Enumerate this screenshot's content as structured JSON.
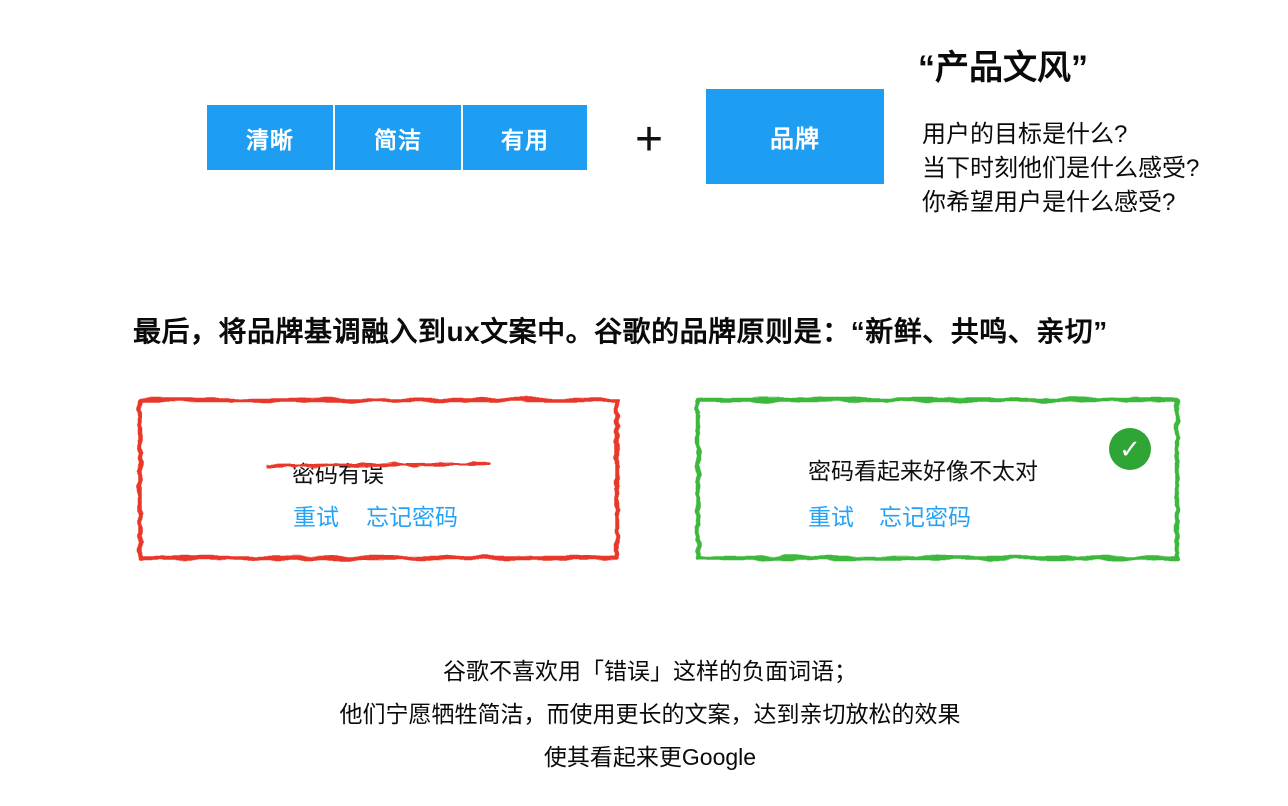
{
  "colors": {
    "box_blue": "#1E9EF3",
    "link_blue": "#25A2F6",
    "error_red": "#E8392C",
    "border_green": "#3CB83C",
    "check_green": "#2EA534",
    "text": "#0a0a0a"
  },
  "formula": {
    "boxes": [
      "清晰",
      "简洁",
      "有用"
    ],
    "plus": "+",
    "brand": "品牌"
  },
  "style_panel": {
    "title": "“产品文风”",
    "questions": [
      "用户的目标是什么?",
      "当下时刻他们是什么感受?",
      "你希望用户是什么感受?"
    ]
  },
  "principle_line": {
    "prefix": "最后，将品牌基调融入到ux文案中。谷歌的品牌原则是：",
    "highlight": "“新鲜、共鸣、亲切”"
  },
  "bad_example": {
    "message": "密码有误",
    "links": [
      "重试",
      "忘记密码"
    ]
  },
  "good_example": {
    "message": "密码看起来好像不太对",
    "links": [
      "重试",
      "忘记密码"
    ],
    "check_glyph": "✓"
  },
  "footnote": {
    "lines": [
      "谷歌不喜欢用「错误」这样的负面词语；",
      "他们宁愿牺牲简洁，而使用更长的文案，达到亲切放松的效果",
      "使其看起来更Google"
    ]
  }
}
